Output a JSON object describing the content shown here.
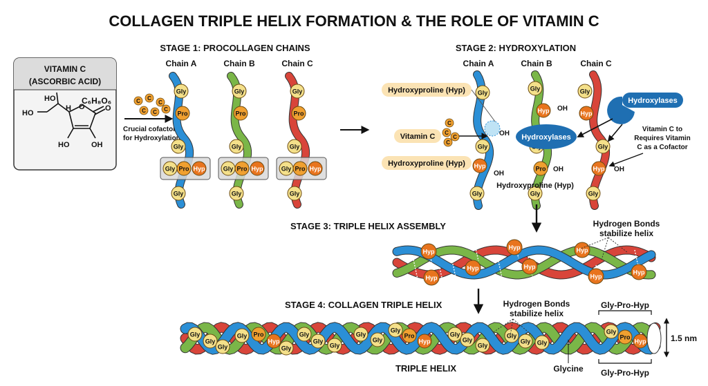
{
  "title": "COLLAGEN TRIPLE HELIX FORMATION & THE ROLE OF VITAMIN C",
  "vitamin_c_box": {
    "title_line1": "VITAMIN C",
    "title_line2": "(ASCORBIC ACID)",
    "formula": "C₆H₈O₆",
    "atoms": {
      "ho_top": "HO",
      "h": "H",
      "ho_left": "HO",
      "o_ring": "O",
      "o_carbonyl": "O",
      "ho_bottom": "HO",
      "oh_bottom": "OH"
    }
  },
  "cofactor_arrow_label": [
    "Crucial cofactor",
    "for Hydroxylation"
  ],
  "c_molecule_label": "C",
  "stage1": {
    "title": "STAGE 1: PROCOLLAGEN CHAINS",
    "chains": [
      "Chain A",
      "Chain B",
      "Chain C"
    ]
  },
  "stage2": {
    "title": "STAGE 2: HYDROXYLATION",
    "chains": [
      "Chain A",
      "Chain B",
      "Chain C"
    ],
    "hyp_label_top": "Hydroxyproline (Hyp)",
    "hyp_label_mid": "Hydroxyproline (Hyp)",
    "hyp_label_bottom": "Hydroxyproline (Hyp)",
    "vitamin_c_label": "Vitamin C",
    "hydroxylases_enzyme": "Hydroxylases",
    "hydroxylases_center": "Hydroxylases",
    "requires_note": [
      "Vitamin C to",
      "Requires Vitamin",
      "C as a Cofactor"
    ],
    "oh": "OH"
  },
  "stage3": {
    "title": "STAGE 3: TRIPLE HELIX ASSEMBLY",
    "hbond_note": [
      "Hydrogen Bonds",
      "stabilize helix"
    ]
  },
  "stage4": {
    "title": "STAGE 4: COLLAGEN TRIPLE HELIX",
    "hbond_note": [
      "Hydrogen Bonds",
      "stabilize helix"
    ],
    "triple_helix_label": "TRIPLE HELIX",
    "glycine_label": "Glycine",
    "repeat_top": "Gly-Pro-Hyp",
    "repeat_bottom": "Gly-Pro-Hyp",
    "diameter": "1.5 nm"
  },
  "residues": {
    "gly": "Gly",
    "pro": "Pro",
    "hyp": "Hyp"
  },
  "colors": {
    "chain_a": "#2b8fd6",
    "chain_b": "#7ab648",
    "chain_c": "#d8453a",
    "gly": "#f4e08a",
    "pro": "#f0a030",
    "hyp": "#e8741e",
    "label_bg": "#fbe3b4",
    "enzyme": "#1f6fb2"
  }
}
